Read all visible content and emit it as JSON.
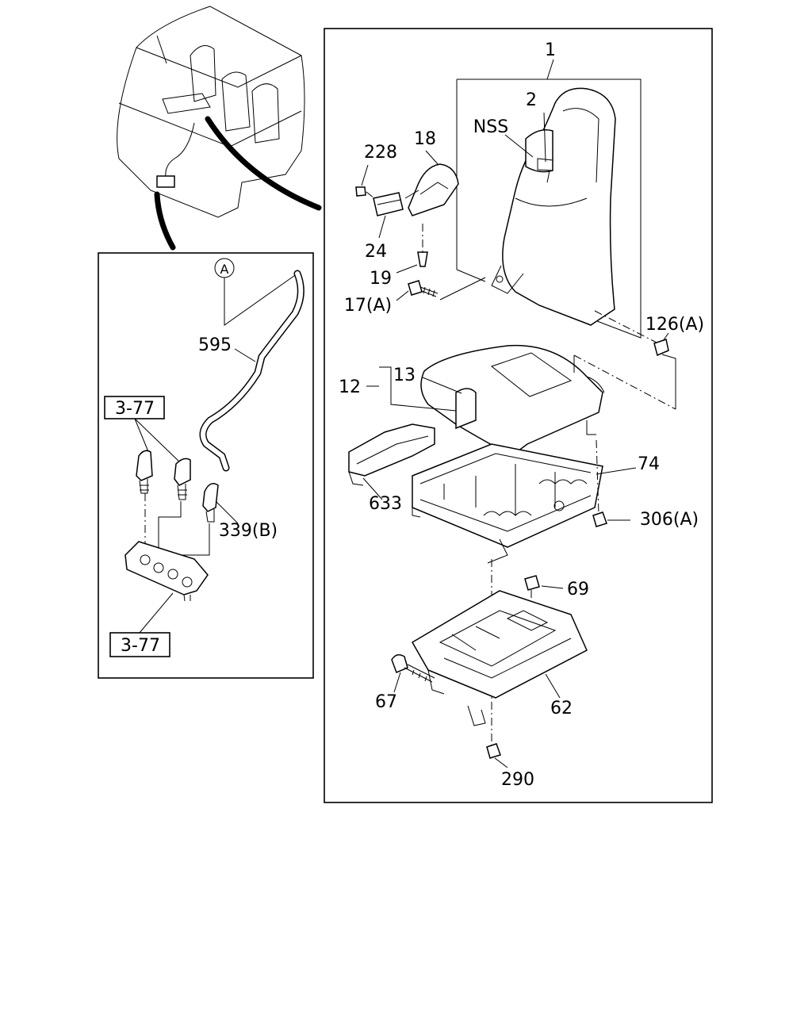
{
  "callouts": {
    "c1": "1",
    "c2": "2",
    "nss": "NSS",
    "c18": "18",
    "c228": "228",
    "c24": "24",
    "c19": "19",
    "c17a": "17(A)",
    "c126a": "126(A)",
    "c12": "12",
    "c13": "13",
    "c74": "74",
    "c633": "633",
    "c306a": "306(A)",
    "c69": "69",
    "c67": "67",
    "c62": "62",
    "c290": "290",
    "c595": "595",
    "c339b": "339(B)",
    "ref_a": "A",
    "ref_377_top": "3-77",
    "ref_377_bottom": "3-77"
  }
}
